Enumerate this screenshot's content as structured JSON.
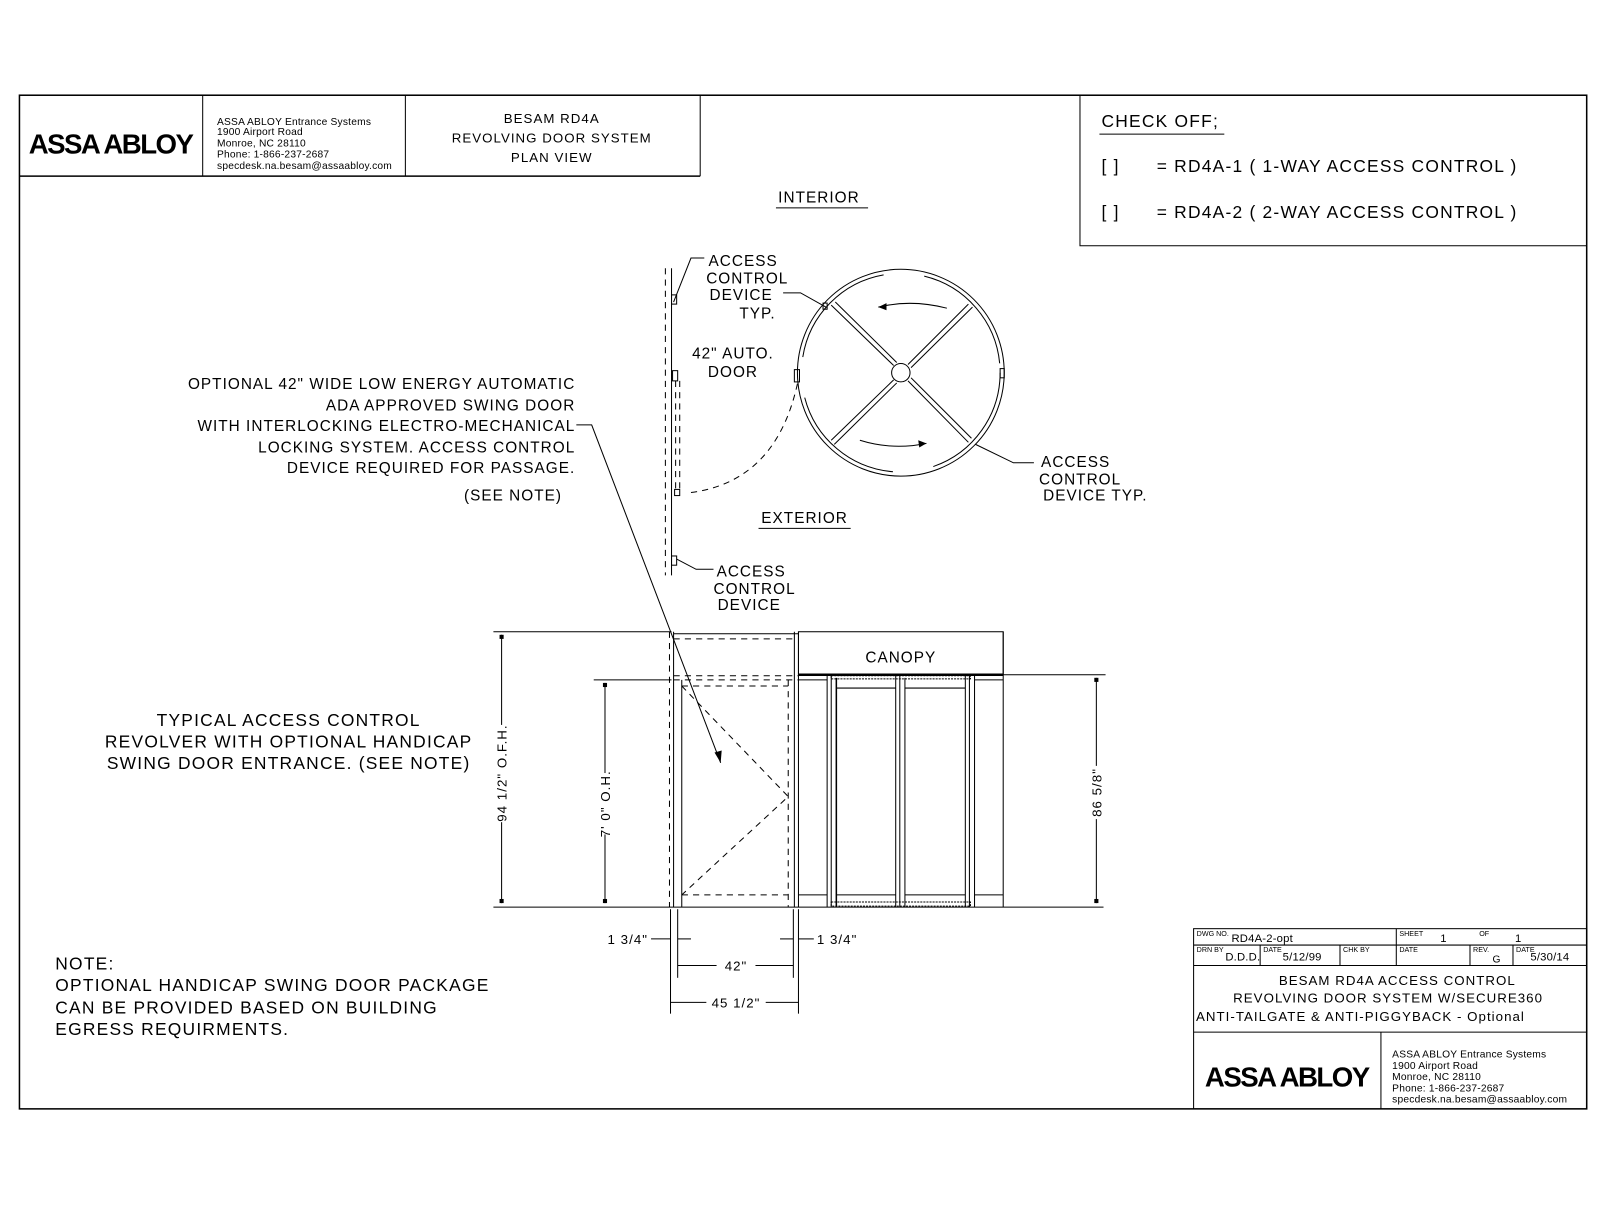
{
  "header": {
    "logo": "ASSA ABLOY",
    "company": {
      "name": "ASSA ABLOY Entrance Systems",
      "address": "1900 Airport Road",
      "city": "Monroe, NC 28110",
      "phone": "Phone: 1-866-237-2687",
      "email": "specdesk.na.besam@assaabloy.com"
    },
    "title_lines": [
      "BESAM RD4A",
      "REVOLVING DOOR SYSTEM",
      "PLAN VIEW"
    ]
  },
  "checkoff": {
    "title": "CHECK OFF;",
    "items": [
      {
        "box": "[   ]",
        "text": "= RD4A-1 ( 1-WAY ACCESS CONTROL )"
      },
      {
        "box": "[   ]",
        "text": "= RD4A-2 ( 2-WAY ACCESS CONTROL )"
      }
    ]
  },
  "plan": {
    "interior_label": "INTERIOR",
    "exterior_label": "EXTERIOR",
    "acd_top": [
      "ACCESS",
      "CONTROL",
      "DEVICE",
      "TYP."
    ],
    "auto_door": [
      "42\" AUTO.",
      "DOOR"
    ],
    "acd_right": [
      "ACCESS",
      "CONTROL",
      "DEVICE TYP."
    ],
    "acd_bottom": [
      "ACCESS",
      "CONTROL",
      "DEVICE"
    ],
    "optional_note": [
      "OPTIONAL 42\" WIDE LOW ENERGY AUTOMATIC",
      "ADA APPROVED SWING DOOR",
      "WITH INTERLOCKING ELECTRO-MECHANICAL",
      "LOCKING SYSTEM.  ACCESS CONTROL",
      "DEVICE REQUIRED FOR PASSAGE.",
      "(SEE NOTE)"
    ]
  },
  "elevation": {
    "canopy_label": "CANOPY",
    "typical_note": [
      "TYPICAL ACCESS CONTROL",
      "REVOLVER WITH OPTIONAL HANDICAP",
      "SWING DOOR ENTRANCE. (SEE NOTE)"
    ],
    "dims": {
      "ofh": "94 1/2\" O.F.H.",
      "oh": "7' 0\" O.H.",
      "right_height": "86 5/8\"",
      "left_jamb": "1 3/4\"",
      "right_jamb": "1 3/4\"",
      "opening": "42\"",
      "overall": "45 1/2\""
    }
  },
  "note": {
    "title": "NOTE:",
    "lines": [
      "OPTIONAL HANDICAP SWING DOOR PACKAGE",
      "CAN BE PROVIDED BASED ON BUILDING",
      "EGRESS REQUIRMENTS."
    ]
  },
  "title_block": {
    "dwg_no_label": "DWG NO.",
    "dwg_no": "RD4A-2-opt",
    "sheet_label": "SHEET",
    "sheet": "1",
    "of_label": "OF",
    "of": "1",
    "drn_by_label": "DRN BY",
    "drn_by": "D.D.D.",
    "date_label": "DATE",
    "date": "5/12/99",
    "chk_by_label": "CHK BY",
    "chk_date_label": "DATE",
    "rev_label": "REV.",
    "rev": "G",
    "rev_date_label": "DATE",
    "rev_date": "5/30/14",
    "description": [
      "BESAM RD4A ACCESS CONTROL",
      "REVOLVING DOOR SYSTEM W/SECURE360",
      "ANTI-TAILGATE & ANTI-PIGGYBACK - Optional"
    ],
    "logo": "ASSA ABLOY",
    "company": {
      "name": "ASSA ABLOY Entrance Systems",
      "address": "1900 Airport Road",
      "city": "Monroe, NC 28110",
      "phone": "Phone: 1-866-237-2687",
      "email": "specdesk.na.besam@assaabloy.com"
    }
  }
}
